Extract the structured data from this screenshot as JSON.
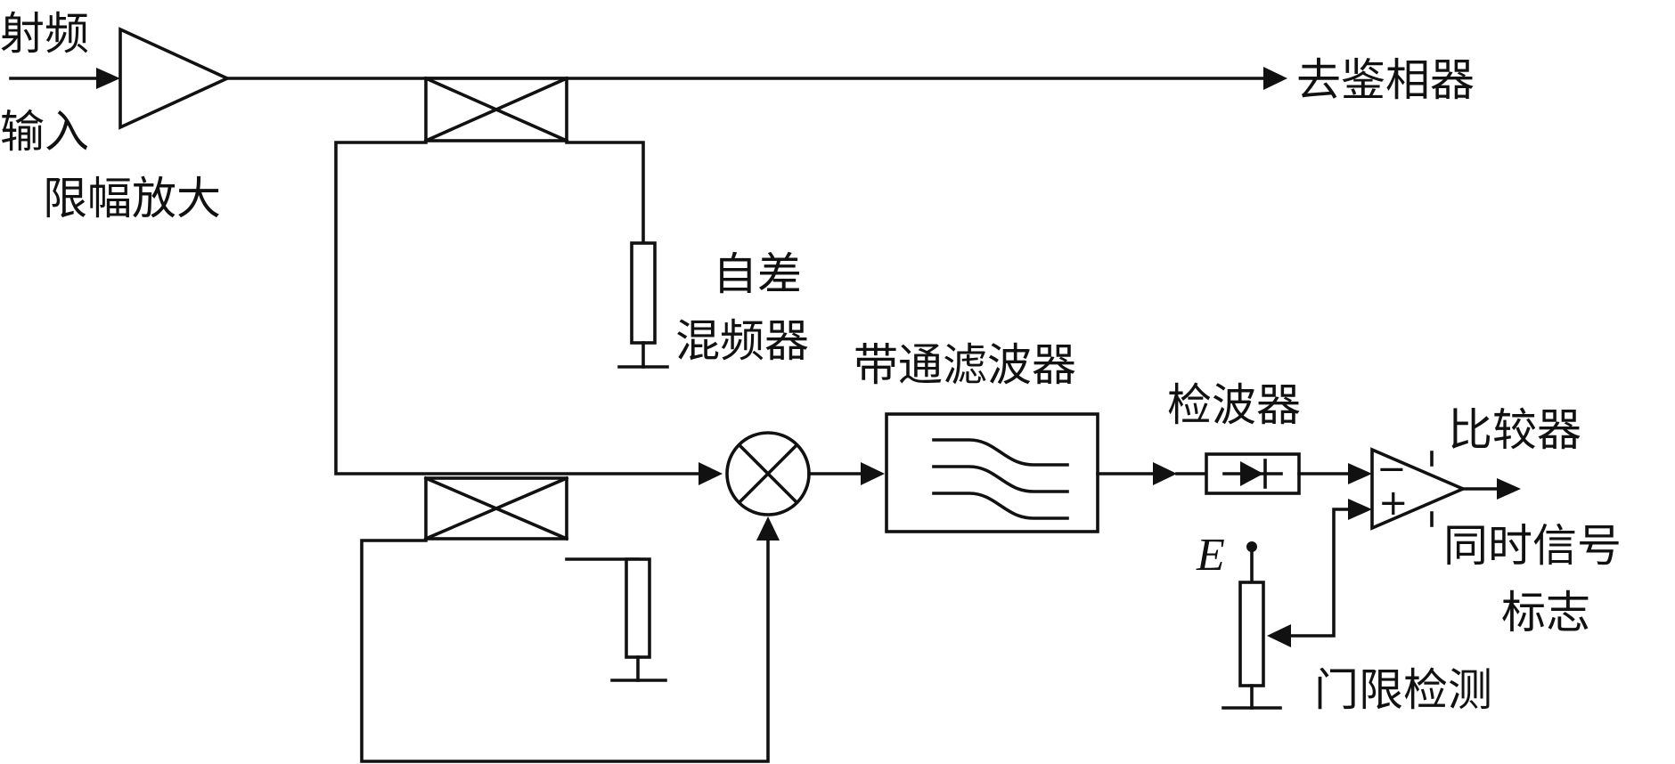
{
  "labels": {
    "rf_input_line1": "射频",
    "rf_input_line2": "输入",
    "limiting_amp": "限幅放大",
    "to_phase_detector": "去鉴相器",
    "self_diff_mixer_line1": "自差",
    "self_diff_mixer_line2": "混频器",
    "bandpass_filter": "带通滤波器",
    "detector": "检波器",
    "comparator": "比较器",
    "sync_signal_line1": "同时信号",
    "sync_signal_line2": "标志",
    "threshold_detect": "门限检测",
    "voltage_symbol": "E",
    "comparator_minus": "−",
    "comparator_plus": "+"
  }
}
